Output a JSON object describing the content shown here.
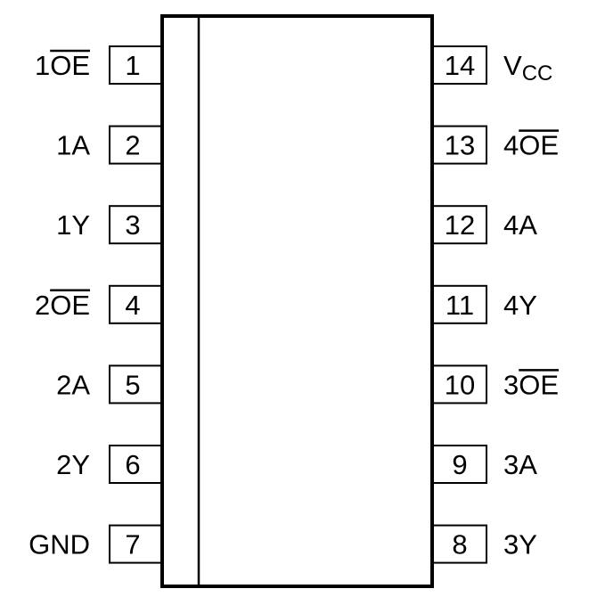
{
  "package": {
    "pins_left": [
      {
        "number": "1",
        "prefix": "1",
        "main": "OE",
        "sub": "",
        "overbar": true
      },
      {
        "number": "2",
        "prefix": "",
        "main": "1A",
        "sub": "",
        "overbar": false
      },
      {
        "number": "3",
        "prefix": "",
        "main": "1Y",
        "sub": "",
        "overbar": false
      },
      {
        "number": "4",
        "prefix": "2",
        "main": "OE",
        "sub": "",
        "overbar": true
      },
      {
        "number": "5",
        "prefix": "",
        "main": "2A",
        "sub": "",
        "overbar": false
      },
      {
        "number": "6",
        "prefix": "",
        "main": "2Y",
        "sub": "",
        "overbar": false
      },
      {
        "number": "7",
        "prefix": "",
        "main": "GND",
        "sub": "",
        "overbar": false
      }
    ],
    "pins_right": [
      {
        "number": "14",
        "prefix": "",
        "main": "V",
        "sub": "CC",
        "overbar": false
      },
      {
        "number": "13",
        "prefix": "4",
        "main": "OE",
        "sub": "",
        "overbar": true
      },
      {
        "number": "12",
        "prefix": "",
        "main": "4A",
        "sub": "",
        "overbar": false
      },
      {
        "number": "11",
        "prefix": "",
        "main": "4Y",
        "sub": "",
        "overbar": false
      },
      {
        "number": "10",
        "prefix": "3",
        "main": "OE",
        "sub": "",
        "overbar": true
      },
      {
        "number": "9",
        "prefix": "",
        "main": "3A",
        "sub": "",
        "overbar": false
      },
      {
        "number": "8",
        "prefix": "",
        "main": "3Y",
        "sub": "",
        "overbar": false
      }
    ]
  },
  "colors": {
    "line": "#000000",
    "background": "#ffffff"
  }
}
